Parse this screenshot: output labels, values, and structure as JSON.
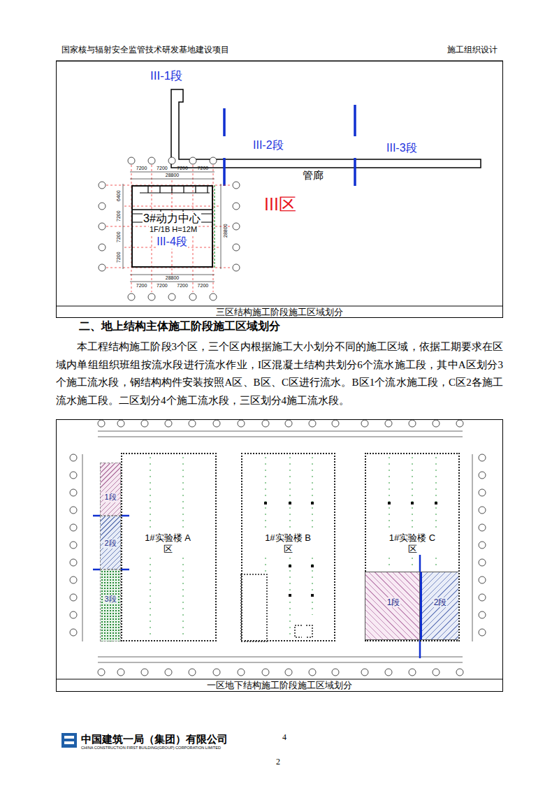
{
  "diagram": {
    "title": "二、地上结构主体施工阶段施工区域划分",
    "nodes": [
      {
        "text": [
          "三区结构施工阶段施工区域划分"
        ]
      },
      {
        "text": [
          "3#动力中心",
          "1F/1B H=12M",
          "III-4段"
        ],
        "in": 0
      },
      {
        "text": [
          "一区地下结构施工阶段施工区域划分"
        ]
      },
      {
        "text": [
          "1#实验楼 A区"
        ],
        "in": 2
      },
      {
        "text": [
          "1段"
        ],
        "in": 2
      },
      {
        "text": [
          "2段"
        ],
        "in": 2
      },
      {
        "text": [
          "3段"
        ],
        "in": 2
      },
      {
        "text": [
          "1#实验楼 B区"
        ],
        "in": 2
      },
      {
        "text": [
          "1#实验楼 C区"
        ],
        "in": 2
      },
      {
        "text": [
          "1段"
        ],
        "in": 8
      },
      {
        "text": [
          "2段"
        ],
        "in": 8
      }
    ],
    "labels": [
      "国家核与辐射安全监管技术研发基地建设项目",
      "施工组织设计",
      "III-1段",
      "III-2段",
      "III-3段",
      "管廊",
      "III区",
      "7200",
      "7200",
      "7200",
      "7200",
      "28800",
      "7200",
      "7200",
      "7200",
      "7200",
      "28800",
      "6400",
      "7200",
      "7200",
      "7200",
      "28800",
      "本工程结构施工阶段3个区，三个区内根据施工大小划分不同的施工区域，依据工期要求在区域内单组组织班组按流水段进行流水作业，I区混凝土结构共划分6个流水施工段，其中A区划分3个施工流水段，钢结构构件安装按照A区、B区、C区进行流水。B区1个流水施工段，C区2各施工流水施工段。二区划分4个施工流水段，三区划分4施工流水段。",
      "中国建筑一局（集团）有限公司",
      "CHINA CONSTRUCTION FIRST BUILDING(GROUP) CORPORATION LIMITED",
      "4",
      "2"
    ]
  }
}
